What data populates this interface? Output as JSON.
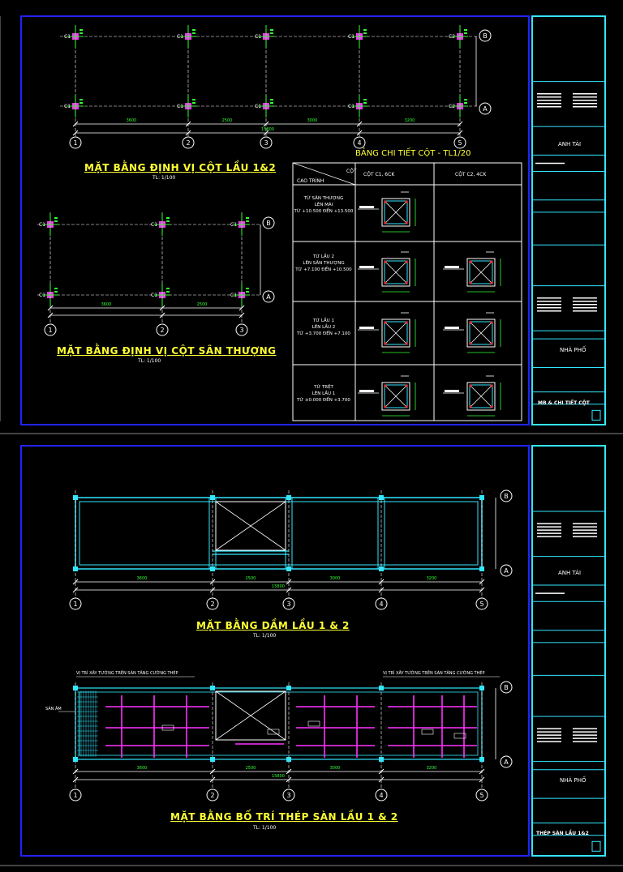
{
  "sheet1": {
    "plan1": {
      "title": "MẶT BẰNG ĐỊNH VỊ CỘT LẦU 1&2",
      "scale": "TL: 1/100"
    },
    "plan2": {
      "title": "MẶT BẰNG ĐỊNH VỊ CỘT SÂN THƯỢNG",
      "scale": "TL: 1/100"
    },
    "table": {
      "title": "BẢNG CHI TIẾT CỘT  - TL1/20",
      "h_col": "CỘT",
      "h_row": "CAO TRÌNH",
      "col1": "CỘT C1, 6CK",
      "col2": "CỘT C2, 4CK",
      "rows": [
        "TỪ SÂN THƯỢNG\nLÊN MÁI\nTỪ +10.500 ĐẾN +13.500",
        "TỪ LẦU 2\nLÊN SÂN THƯỢNG\nTỪ +7.100 ĐẾN +10.500",
        "TỪ LẦU 1\nLÊN LẦU 2\nTỪ +3.700 ĐẾN +7.100",
        "TỪ TRỆT\nLÊN LẦU 1\nTỪ ±0.000 ĐẾN +3.700"
      ]
    },
    "titleblock": {
      "company": "ANH TÀI",
      "project": "NHÀ PHỐ",
      "drawing": "MB & CHI TIẾT CỘT"
    }
  },
  "sheet2": {
    "plan1": {
      "title": "MẶT BẰNG DẦM LẦU 1 & 2",
      "scale": "TL: 1/100"
    },
    "plan2": {
      "title": "MẶT BẰNG BỐ TRÍ THÉP SÀN LẦU 1 & 2",
      "scale": "TL: 1/100"
    },
    "note_left": "VỊ TRÍ XÂY TƯỜNG TRÊN SÀN TĂNG CƯỜNG THÉP",
    "note_right": "VỊ TRÍ XÂY TƯỜNG TRÊN SÀN TĂNG CƯỜNG THÉP",
    "san_am": "SÀN ÂM",
    "titleblock": {
      "company": "ANH TÀI",
      "project": "NHÀ PHỐ",
      "drawing": "THÉP SÀN LẦU 1&2"
    }
  },
  "column_labels": {
    "c1": "C1",
    "c2": "C2"
  },
  "axes": {
    "plan_a": [
      "1",
      "2",
      "3",
      "4",
      "5"
    ],
    "plan_b": [
      "1",
      "2",
      "3"
    ],
    "plan_c": [
      "1",
      "2",
      "3",
      "4",
      "5"
    ],
    "plan_d": [
      "1",
      "2",
      "3",
      "4",
      "5"
    ],
    "rows": [
      "A",
      "B"
    ]
  },
  "colors": {
    "frame": "#2222ff",
    "cyan": "#33e6ff",
    "yellow": "#ffff33",
    "green": "#33ff33",
    "magenta": "#ff33ff",
    "white": "#ffffff"
  }
}
